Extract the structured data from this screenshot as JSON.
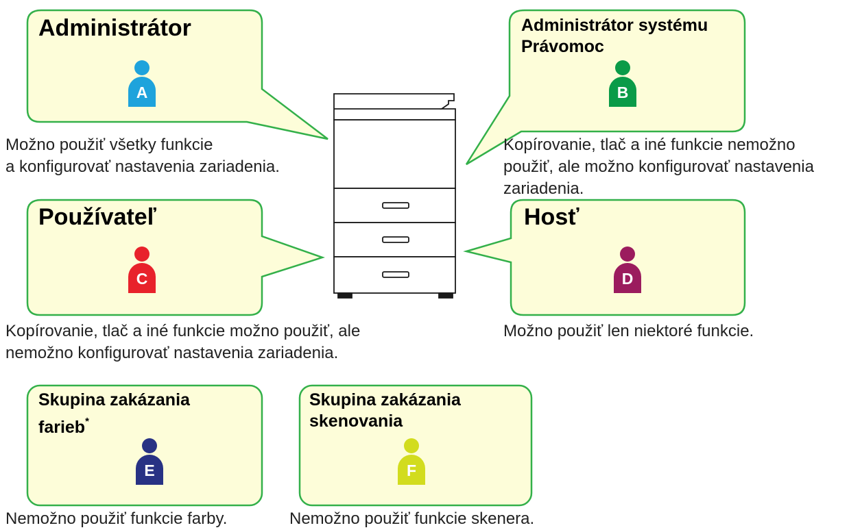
{
  "roles": [
    {
      "id": "A",
      "title": "Administrátor",
      "desc": "Možno použiť všetky funkcie\na konfigurovať nastavenia zariadenia.",
      "color": "#1ea3dc"
    },
    {
      "id": "B",
      "title_line1": "Administrátor systému",
      "title_line2": "Právomoc",
      "desc": "Kopírovanie, tlač a iné funkcie nemožno\npoužiť, ale možno konfigurovať nastavenia\nzariadenia.",
      "color": "#0a9b48"
    },
    {
      "id": "C",
      "title": "Používateľ",
      "desc": "Kopírovanie, tlač a iné funkcie možno použiť, ale\nnemožno konfigurovať nastavenia zariadenia.",
      "color": "#e8222b"
    },
    {
      "id": "D",
      "title": "Hosť",
      "desc": "Možno použiť len niektoré funkcie.",
      "color": "#9b1c5e"
    },
    {
      "id": "E",
      "title_line1": "Skupina zakázania",
      "title_line2": "farieb",
      "title_mark": "*",
      "desc": "Nemožno použiť funkcie farby.",
      "color": "#283284"
    },
    {
      "id": "F",
      "title_line1": "Skupina zakázania",
      "title_line2": "skenovania",
      "desc": "Nemožno použiť funkcie skenera.",
      "color": "#d2dc1e"
    }
  ],
  "colors": {
    "bubble_fill": "#fdfdd9",
    "bubble_stroke": "#33b04a"
  }
}
